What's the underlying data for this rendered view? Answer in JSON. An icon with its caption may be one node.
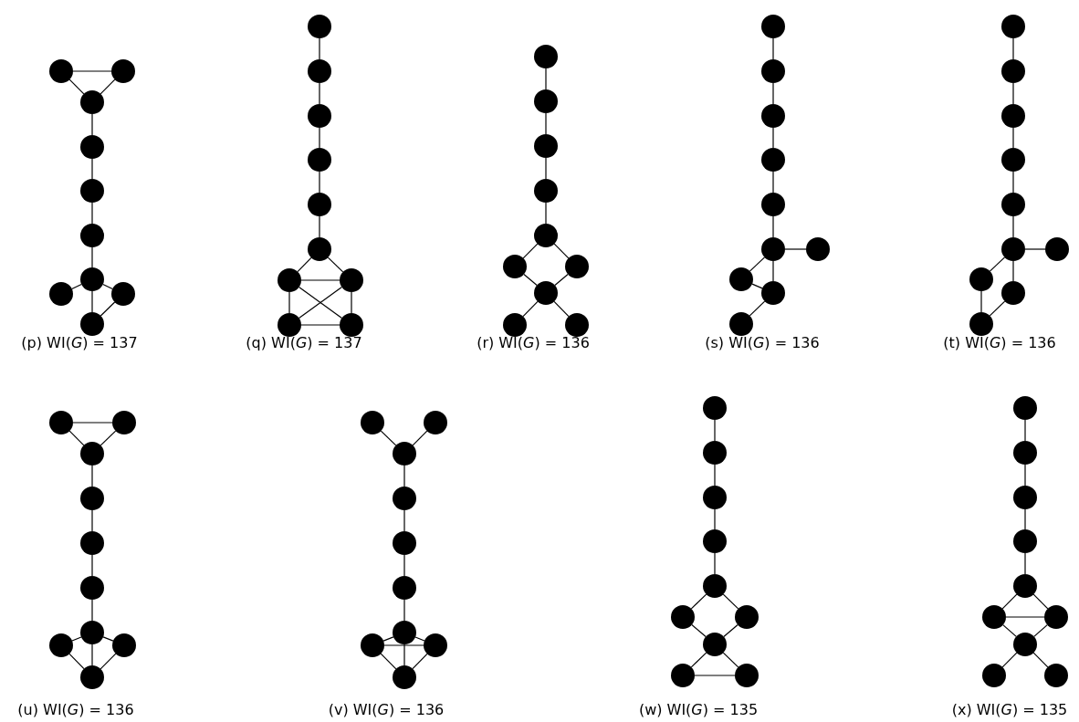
{
  "diagram": {
    "nodes": [
      {
        "text": [],
        "shape": "circle"
      },
      {
        "text": [],
        "shape": "circle"
      },
      {
        "text": [],
        "shape": "circle"
      },
      {
        "text": [],
        "shape": "circle"
      },
      {
        "text": [],
        "shape": "circle"
      },
      {
        "text": [],
        "shape": "circle"
      },
      {
        "text": [],
        "shape": "circle"
      },
      {
        "text": [],
        "shape": "circle"
      },
      {
        "text": [],
        "shape": "circle"
      },
      {
        "text": [],
        "shape": "circle"
      },
      {
        "text": [],
        "shape": "circle"
      },
      {
        "text": [],
        "shape": "circle"
      },
      {
        "text": [],
        "shape": "circle"
      },
      {
        "text": [],
        "shape": "circle"
      },
      {
        "text": [],
        "shape": "circle"
      },
      {
        "text": [],
        "shape": "circle"
      },
      {
        "text": [],
        "shape": "circle"
      },
      {
        "text": [],
        "shape": "circle"
      },
      {
        "text": [],
        "shape": "circle"
      },
      {
        "text": [],
        "shape": "circle"
      },
      {
        "text": [],
        "shape": "circle"
      },
      {
        "text": [],
        "shape": "circle"
      },
      {
        "text": [],
        "shape": "circle"
      },
      {
        "text": [],
        "shape": "circle"
      },
      {
        "text": [],
        "shape": "circle"
      },
      {
        "text": [],
        "shape": "circle"
      },
      {
        "text": [],
        "shape": "circle"
      },
      {
        "text": [],
        "shape": "circle"
      },
      {
        "text": [],
        "shape": "circle"
      },
      {
        "text": [],
        "shape": "circle"
      },
      {
        "text": [],
        "shape": "circle"
      },
      {
        "text": [],
        "shape": "circle"
      },
      {
        "text": [],
        "shape": "circle"
      },
      {
        "text": [],
        "shape": "circle"
      },
      {
        "text": [],
        "shape": "circle"
      },
      {
        "text": [],
        "shape": "circle"
      },
      {
        "text": [],
        "shape": "circle"
      },
      {
        "text": [],
        "shape": "circle"
      },
      {
        "text": [],
        "shape": "circle"
      },
      {
        "text": [],
        "shape": "circle"
      },
      {
        "text": [],
        "shape": "circle"
      },
      {
        "text": [],
        "shape": "circle"
      },
      {
        "text": [],
        "shape": "circle"
      },
      {
        "text": [],
        "shape": "circle"
      },
      {
        "text": [],
        "shape": "circle"
      },
      {
        "text": [],
        "shape": "circle"
      },
      {
        "text": [],
        "shape": "circle"
      },
      {
        "text": [],
        "shape": "circle"
      },
      {
        "text": [],
        "shape": "circle"
      },
      {
        "text": [],
        "shape": "circle"
      },
      {
        "text": [],
        "shape": "circle"
      },
      {
        "text": [],
        "shape": "circle"
      },
      {
        "text": [],
        "shape": "circle"
      },
      {
        "text": [],
        "shape": "circle"
      },
      {
        "text": [],
        "shape": "circle"
      },
      {
        "text": [],
        "shape": "circle"
      },
      {
        "text": [],
        "shape": "circle"
      },
      {
        "text": [],
        "shape": "circle"
      },
      {
        "text": [],
        "shape": "circle"
      },
      {
        "text": [],
        "shape": "circle"
      },
      {
        "text": [],
        "shape": "circle"
      },
      {
        "text": [],
        "shape": "circle"
      },
      {
        "text": [],
        "shape": "circle"
      },
      {
        "text": [],
        "shape": "circle"
      },
      {
        "text": [],
        "shape": "circle"
      },
      {
        "text": [],
        "shape": "circle"
      },
      {
        "text": [],
        "shape": "circle"
      },
      {
        "text": [],
        "shape": "circle"
      },
      {
        "text": [],
        "shape": "circle"
      },
      {
        "text": [],
        "shape": "circle"
      },
      {
        "text": [],
        "shape": "circle"
      },
      {
        "text": [],
        "shape": "circle"
      },
      {
        "text": [],
        "shape": "circle"
      },
      {
        "text": [],
        "shape": "circle"
      },
      {
        "text": [],
        "shape": "circle"
      },
      {
        "text": [],
        "shape": "circle"
      },
      {
        "text": [],
        "shape": "circle"
      },
      {
        "text": [],
        "shape": "circle"
      },
      {
        "text": [],
        "shape": "circle"
      },
      {
        "text": [],
        "shape": "circle"
      },
      {
        "text": [],
        "shape": "circle"
      },
      {
        "text": [],
        "shape": "circle"
      },
      {
        "text": [],
        "shape": "circle"
      },
      {
        "text": [],
        "shape": "circle"
      },
      {
        "text": [],
        "shape": "circle"
      },
      {
        "text": [],
        "shape": "circle"
      },
      {
        "text": [],
        "shape": "circle"
      },
      {
        "text": [],
        "shape": "circle"
      },
      {
        "text": [],
        "shape": "circle"
      },
      {
        "text": [],
        "shape": "circle"
      }
    ],
    "edges": [
      {
        "from": 0,
        "to": 1,
        "arrow": "none"
      },
      {
        "from": 0,
        "to": 2,
        "arrow": "none"
      },
      {
        "from": 1,
        "to": 2,
        "arrow": "none"
      },
      {
        "from": 2,
        "to": 3,
        "arrow": "none"
      },
      {
        "from": 3,
        "to": 4,
        "arrow": "none"
      },
      {
        "from": 4,
        "to": 5,
        "arrow": "none"
      },
      {
        "from": 5,
        "to": 6,
        "arrow": "none"
      },
      {
        "from": 6,
        "to": 7,
        "arrow": "none"
      },
      {
        "from": 6,
        "to": 8,
        "arrow": "none"
      },
      {
        "from": 6,
        "to": 9,
        "arrow": "none"
      },
      {
        "from": 8,
        "to": 9,
        "arrow": "none"
      },
      {
        "from": 10,
        "to": 11,
        "arrow": "none"
      },
      {
        "from": 11,
        "to": 12,
        "arrow": "none"
      },
      {
        "from": 12,
        "to": 13,
        "arrow": "none"
      },
      {
        "from": 13,
        "to": 14,
        "arrow": "none"
      },
      {
        "from": 14,
        "to": 15,
        "arrow": "none"
      },
      {
        "from": 15,
        "to": 16,
        "arrow": "none"
      },
      {
        "from": 15,
        "to": 17,
        "arrow": "none"
      },
      {
        "from": 16,
        "to": 17,
        "arrow": "none"
      },
      {
        "from": 16,
        "to": 18,
        "arrow": "none"
      },
      {
        "from": 17,
        "to": 19,
        "arrow": "none"
      },
      {
        "from": 18,
        "to": 19,
        "arrow": "none"
      },
      {
        "from": 16,
        "to": 19,
        "arrow": "none"
      },
      {
        "from": 17,
        "to": 18,
        "arrow": "none"
      },
      {
        "from": 20,
        "to": 21,
        "arrow": "none"
      },
      {
        "from": 21,
        "to": 22,
        "arrow": "none"
      },
      {
        "from": 22,
        "to": 23,
        "arrow": "none"
      },
      {
        "from": 23,
        "to": 24,
        "arrow": "none"
      },
      {
        "from": 24,
        "to": 25,
        "arrow": "none"
      },
      {
        "from": 24,
        "to": 26,
        "arrow": "none"
      },
      {
        "from": 25,
        "to": 27,
        "arrow": "none"
      },
      {
        "from": 26,
        "to": 27,
        "arrow": "none"
      },
      {
        "from": 27,
        "to": 28,
        "arrow": "none"
      },
      {
        "from": 27,
        "to": 29,
        "arrow": "none"
      },
      {
        "from": 30,
        "to": 31,
        "arrow": "none"
      },
      {
        "from": 31,
        "to": 32,
        "arrow": "none"
      },
      {
        "from": 32,
        "to": 33,
        "arrow": "none"
      },
      {
        "from": 33,
        "to": 34,
        "arrow": "none"
      },
      {
        "from": 34,
        "to": 35,
        "arrow": "none"
      },
      {
        "from": 35,
        "to": 36,
        "arrow": "none"
      },
      {
        "from": 35,
        "to": 37,
        "arrow": "none"
      },
      {
        "from": 35,
        "to": 38,
        "arrow": "none"
      },
      {
        "from": 37,
        "to": 38,
        "arrow": "none"
      },
      {
        "from": 38,
        "to": 39,
        "arrow": "none"
      },
      {
        "from": 40,
        "to": 41,
        "arrow": "none"
      },
      {
        "from": 41,
        "to": 42,
        "arrow": "none"
      },
      {
        "from": 42,
        "to": 43,
        "arrow": "none"
      },
      {
        "from": 43,
        "to": 44,
        "arrow": "none"
      },
      {
        "from": 44,
        "to": 45,
        "arrow": "none"
      },
      {
        "from": 45,
        "to": 46,
        "arrow": "none"
      },
      {
        "from": 45,
        "to": 47,
        "arrow": "none"
      },
      {
        "from": 45,
        "to": 48,
        "arrow": "none"
      },
      {
        "from": 47,
        "to": 49,
        "arrow": "none"
      },
      {
        "from": 48,
        "to": 49,
        "arrow": "none"
      },
      {
        "from": 50,
        "to": 51,
        "arrow": "none"
      },
      {
        "from": 50,
        "to": 52,
        "arrow": "none"
      },
      {
        "from": 51,
        "to": 52,
        "arrow": "none"
      },
      {
        "from": 52,
        "to": 53,
        "arrow": "none"
      },
      {
        "from": 53,
        "to": 54,
        "arrow": "none"
      },
      {
        "from": 54,
        "to": 55,
        "arrow": "none"
      },
      {
        "from": 55,
        "to": 56,
        "arrow": "none"
      },
      {
        "from": 56,
        "to": 57,
        "arrow": "none"
      },
      {
        "from": 56,
        "to": 58,
        "arrow": "none"
      },
      {
        "from": 56,
        "to": 59,
        "arrow": "none"
      },
      {
        "from": 57,
        "to": 59,
        "arrow": "none"
      },
      {
        "from": 58,
        "to": 59,
        "arrow": "none"
      },
      {
        "from": 60,
        "to": 62,
        "arrow": "none"
      },
      {
        "from": 61,
        "to": 62,
        "arrow": "none"
      },
      {
        "from": 62,
        "to": 63,
        "arrow": "none"
      },
      {
        "from": 63,
        "to": 64,
        "arrow": "none"
      },
      {
        "from": 64,
        "to": 65,
        "arrow": "none"
      },
      {
        "from": 65,
        "to": 66,
        "arrow": "none"
      },
      {
        "from": 66,
        "to": 67,
        "arrow": "none"
      },
      {
        "from": 66,
        "to": 68,
        "arrow": "none"
      },
      {
        "from": 66,
        "to": 69,
        "arrow": "none"
      },
      {
        "from": 67,
        "to": 68,
        "arrow": "none"
      },
      {
        "from": 67,
        "to": 69,
        "arrow": "none"
      },
      {
        "from": 68,
        "to": 69,
        "arrow": "none"
      },
      {
        "from": 70,
        "to": 71,
        "arrow": "none"
      },
      {
        "from": 71,
        "to": 72,
        "arrow": "none"
      },
      {
        "from": 72,
        "to": 73,
        "arrow": "none"
      },
      {
        "from": 73,
        "to": 74,
        "arrow": "none"
      },
      {
        "from": 74,
        "to": 75,
        "arrow": "none"
      },
      {
        "from": 74,
        "to": 76,
        "arrow": "none"
      },
      {
        "from": 75,
        "to": 77,
        "arrow": "none"
      },
      {
        "from": 76,
        "to": 77,
        "arrow": "none"
      },
      {
        "from": 77,
        "to": 78,
        "arrow": "none"
      },
      {
        "from": 77,
        "to": 79,
        "arrow": "none"
      },
      {
        "from": 78,
        "to": 79,
        "arrow": "none"
      },
      {
        "from": 80,
        "to": 81,
        "arrow": "none"
      },
      {
        "from": 81,
        "to": 82,
        "arrow": "none"
      },
      {
        "from": 82,
        "to": 83,
        "arrow": "none"
      },
      {
        "from": 83,
        "to": 84,
        "arrow": "none"
      },
      {
        "from": 84,
        "to": 85,
        "arrow": "none"
      },
      {
        "from": 84,
        "to": 86,
        "arrow": "none"
      },
      {
        "from": 85,
        "to": 86,
        "arrow": "none"
      },
      {
        "from": 85,
        "to": 87,
        "arrow": "none"
      },
      {
        "from": 86,
        "to": 87,
        "arrow": "none"
      },
      {
        "from": 87,
        "to": 88,
        "arrow": "none"
      },
      {
        "from": 87,
        "to": 89,
        "arrow": "none"
      }
    ],
    "labels": [
      "(p) WI(*G*) = 137",
      "(q) WI(*G*) = 137",
      "(r) WI(*G*) = 136",
      "(s) WI(*G*) = 136",
      "(t) WI(*G*) = 136",
      "(u) WI(*G*) = 136",
      "(v) WI(*G*) = 136",
      "(w) WI(*G*) = 135",
      "(x) WI(*G*) = 135"
    ]
  }
}
